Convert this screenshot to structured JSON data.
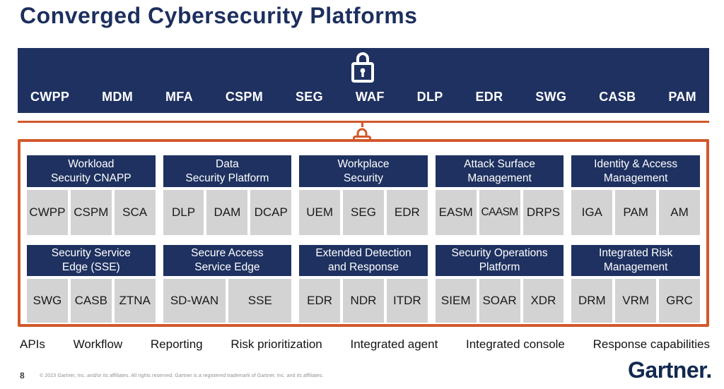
{
  "title": "Converged Cybersecurity Platforms",
  "colors": {
    "navy": "#1e3160",
    "orange": "#d2582b",
    "cell_gray": "#d3d3d3"
  },
  "top_bar": {
    "items": [
      "CWPP",
      "MDM",
      "MFA",
      "CSPM",
      "SEG",
      "WAF",
      "DLP",
      "EDR",
      "SWG",
      "CASB",
      "PAM"
    ],
    "lock_icon": "lock-icon"
  },
  "groups": [
    [
      {
        "line1": "Workload",
        "line2": "Security CNAPP",
        "cells": [
          "CWPP",
          "CSPM",
          "SCA"
        ]
      },
      {
        "line1": "Data",
        "line2": "Security Platform",
        "cells": [
          "DLP",
          "DAM",
          "DCAP"
        ]
      },
      {
        "line1": "Workplace",
        "line2": "Security",
        "cells": [
          "UEM",
          "SEG",
          "EDR"
        ]
      },
      {
        "line1": "Attack Surface",
        "line2": "Management",
        "cells": [
          "EASM",
          "CAASM",
          "DRPS"
        ]
      },
      {
        "line1": "Identity & Access",
        "line2": "Management",
        "cells": [
          "IGA",
          "PAM",
          "AM"
        ]
      }
    ],
    [
      {
        "line1": "Security Service",
        "line2": "Edge (SSE)",
        "cells": [
          "SWG",
          "CASB",
          "ZTNA"
        ]
      },
      {
        "line1": "Secure Access",
        "line2": "Service Edge",
        "cells": [
          "SD-WAN",
          "SSE"
        ]
      },
      {
        "line1": "Extended Detection",
        "line2": "and Response",
        "cells": [
          "EDR",
          "NDR",
          "ITDR"
        ]
      },
      {
        "line1": "Security Operations",
        "line2": "Platform",
        "cells": [
          "SIEM",
          "SOAR",
          "XDR"
        ]
      },
      {
        "line1": "Integrated Risk",
        "line2": "Management",
        "cells": [
          "DRM",
          "VRM",
          "GRC"
        ]
      }
    ]
  ],
  "capabilities": [
    "APIs",
    "Workflow",
    "Reporting",
    "Risk prioritization",
    "Integrated agent",
    "Integrated console",
    "Response capabilities"
  ],
  "footer": {
    "page_number": "8",
    "copyright": "© 2023 Gartner, Inc. and/or its affiliates. All rights reserved. Gartner is a registered trademark of Gartner, Inc. and its affiliates.",
    "logo": "Gartner."
  }
}
